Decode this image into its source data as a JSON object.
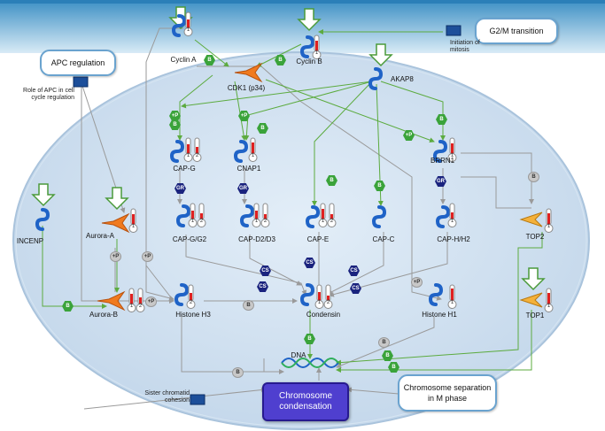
{
  "nodes": {
    "cyclin_a": "Cyclin A",
    "cyclin_b": "Cyclin B",
    "cdk1": "CDK1 (p34)",
    "akap8": "AKAP8",
    "cap_g": "CAP-G",
    "cnap1": "CNAP1",
    "brrn1": "BRRN1",
    "cap_g_g2": "CAP-G/G2",
    "cap_d2_d3": "CAP-D2/D3",
    "cap_e": "CAP-E",
    "cap_c": "CAP-C",
    "cap_h_h2": "CAP-H/H2",
    "top2": "TOP2",
    "top1": "TOP1",
    "incenp": "INCENP",
    "aurora_a": "Aurora-A",
    "aurora_b": "Aurora-B",
    "histone_h3": "Histone H3",
    "condensin": "Condensin",
    "histone_h1": "Histone H1",
    "dna": "DNA"
  },
  "processes": {
    "apc_regulation": "APC regulation",
    "g2m_transition": "G2/M transition",
    "chromosome_separation": "Chromosome separation in M phase",
    "chromosome_condensation": "Chromosome condensation"
  },
  "maps": {
    "role_apc": "Role of APC in cell cycle regulation",
    "initiation_mitosis": "Initiation of mitosis",
    "sister_chromatid": "Sister chromatid cohesion"
  },
  "badges": {
    "binding": "B",
    "phosphorylation": "+P",
    "group": "GR",
    "complex": "CS"
  },
  "thermo_values": {
    "one": "1",
    "two": "2"
  },
  "colors": {
    "cell_fill": "#c9dcef",
    "membrane": "#b7cde2",
    "activation_edge": "#5cab3f",
    "neutral_edge": "#9a9a9a",
    "binding_badge": "#3aa33a",
    "group_badge": "#1a237e",
    "kinase": "#f07a1f",
    "protein_blue": "#1f63c7",
    "target_box": "#4f3fcf"
  }
}
